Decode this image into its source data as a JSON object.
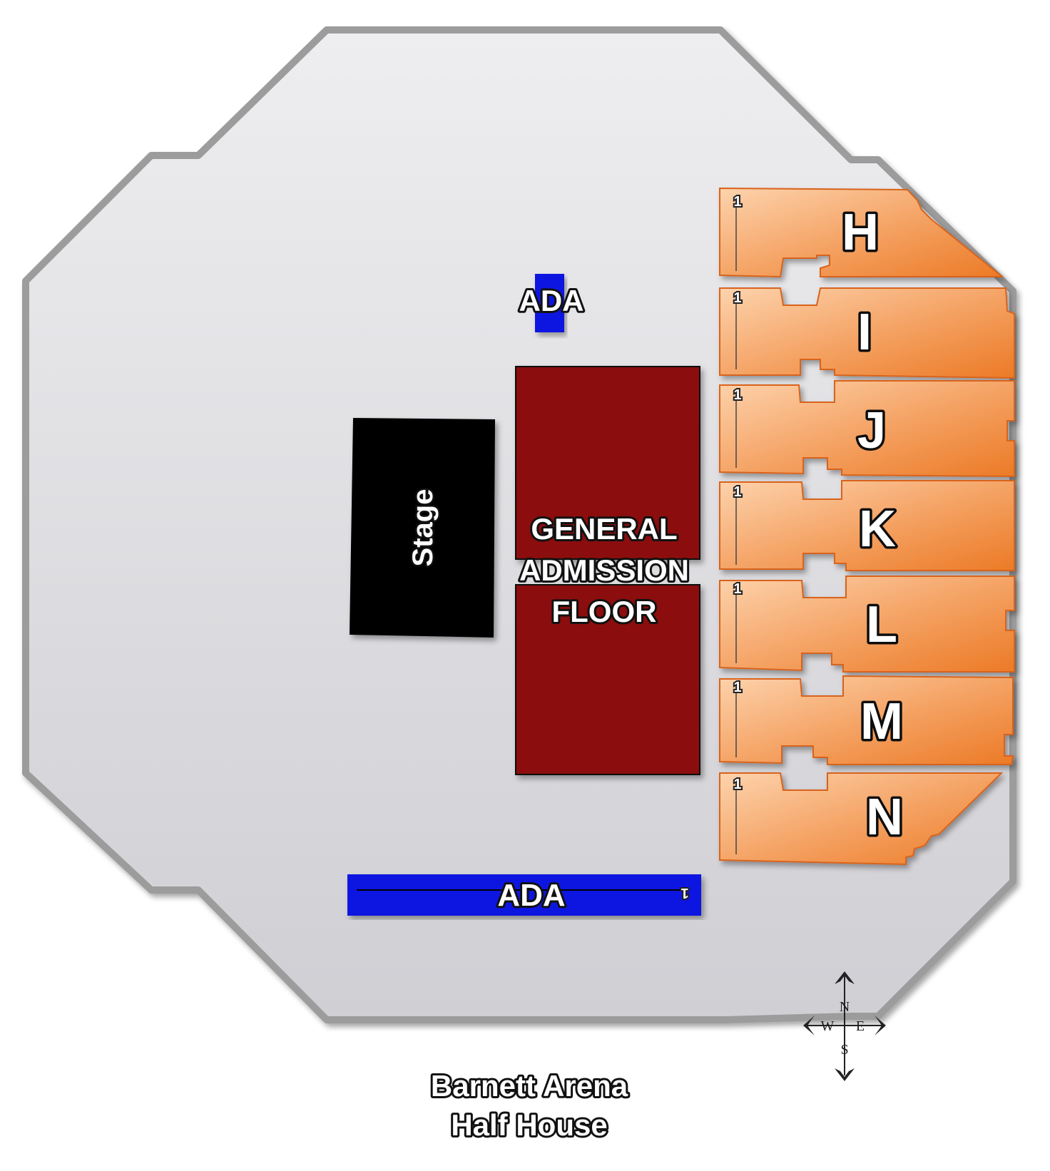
{
  "venue": {
    "name_line1": "Barnett Arena",
    "name_line2": "Half House"
  },
  "areas": {
    "stage_label": "Stage",
    "floor_label_line1": "GENERAL",
    "floor_label_line2": "ADMISSION",
    "floor_label_line3": "FLOOR",
    "ada_top_label": "ADA",
    "ada_bottom_label": "ADA",
    "ada_bottom_row": "1"
  },
  "sections": [
    {
      "label": "H",
      "row": "1"
    },
    {
      "label": "I",
      "row": "1"
    },
    {
      "label": "J",
      "row": "1"
    },
    {
      "label": "K",
      "row": "1"
    },
    {
      "label": "L",
      "row": "1"
    },
    {
      "label": "M",
      "row": "1"
    },
    {
      "label": "N",
      "row": "1"
    }
  ],
  "compass": {
    "north": "N",
    "south": "S",
    "east": "E",
    "west": "W"
  },
  "colors": {
    "arena_floor": "#d8d8dc",
    "arena_border": "#9a9a9a",
    "stage": "#000000",
    "general_admission": "#8b0a0a",
    "ada": "#0a14e0",
    "section_fill": "#f08a3a",
    "section_fill_light": "#fbc79a"
  },
  "icons": {
    "compass": "compass-rose-icon"
  }
}
